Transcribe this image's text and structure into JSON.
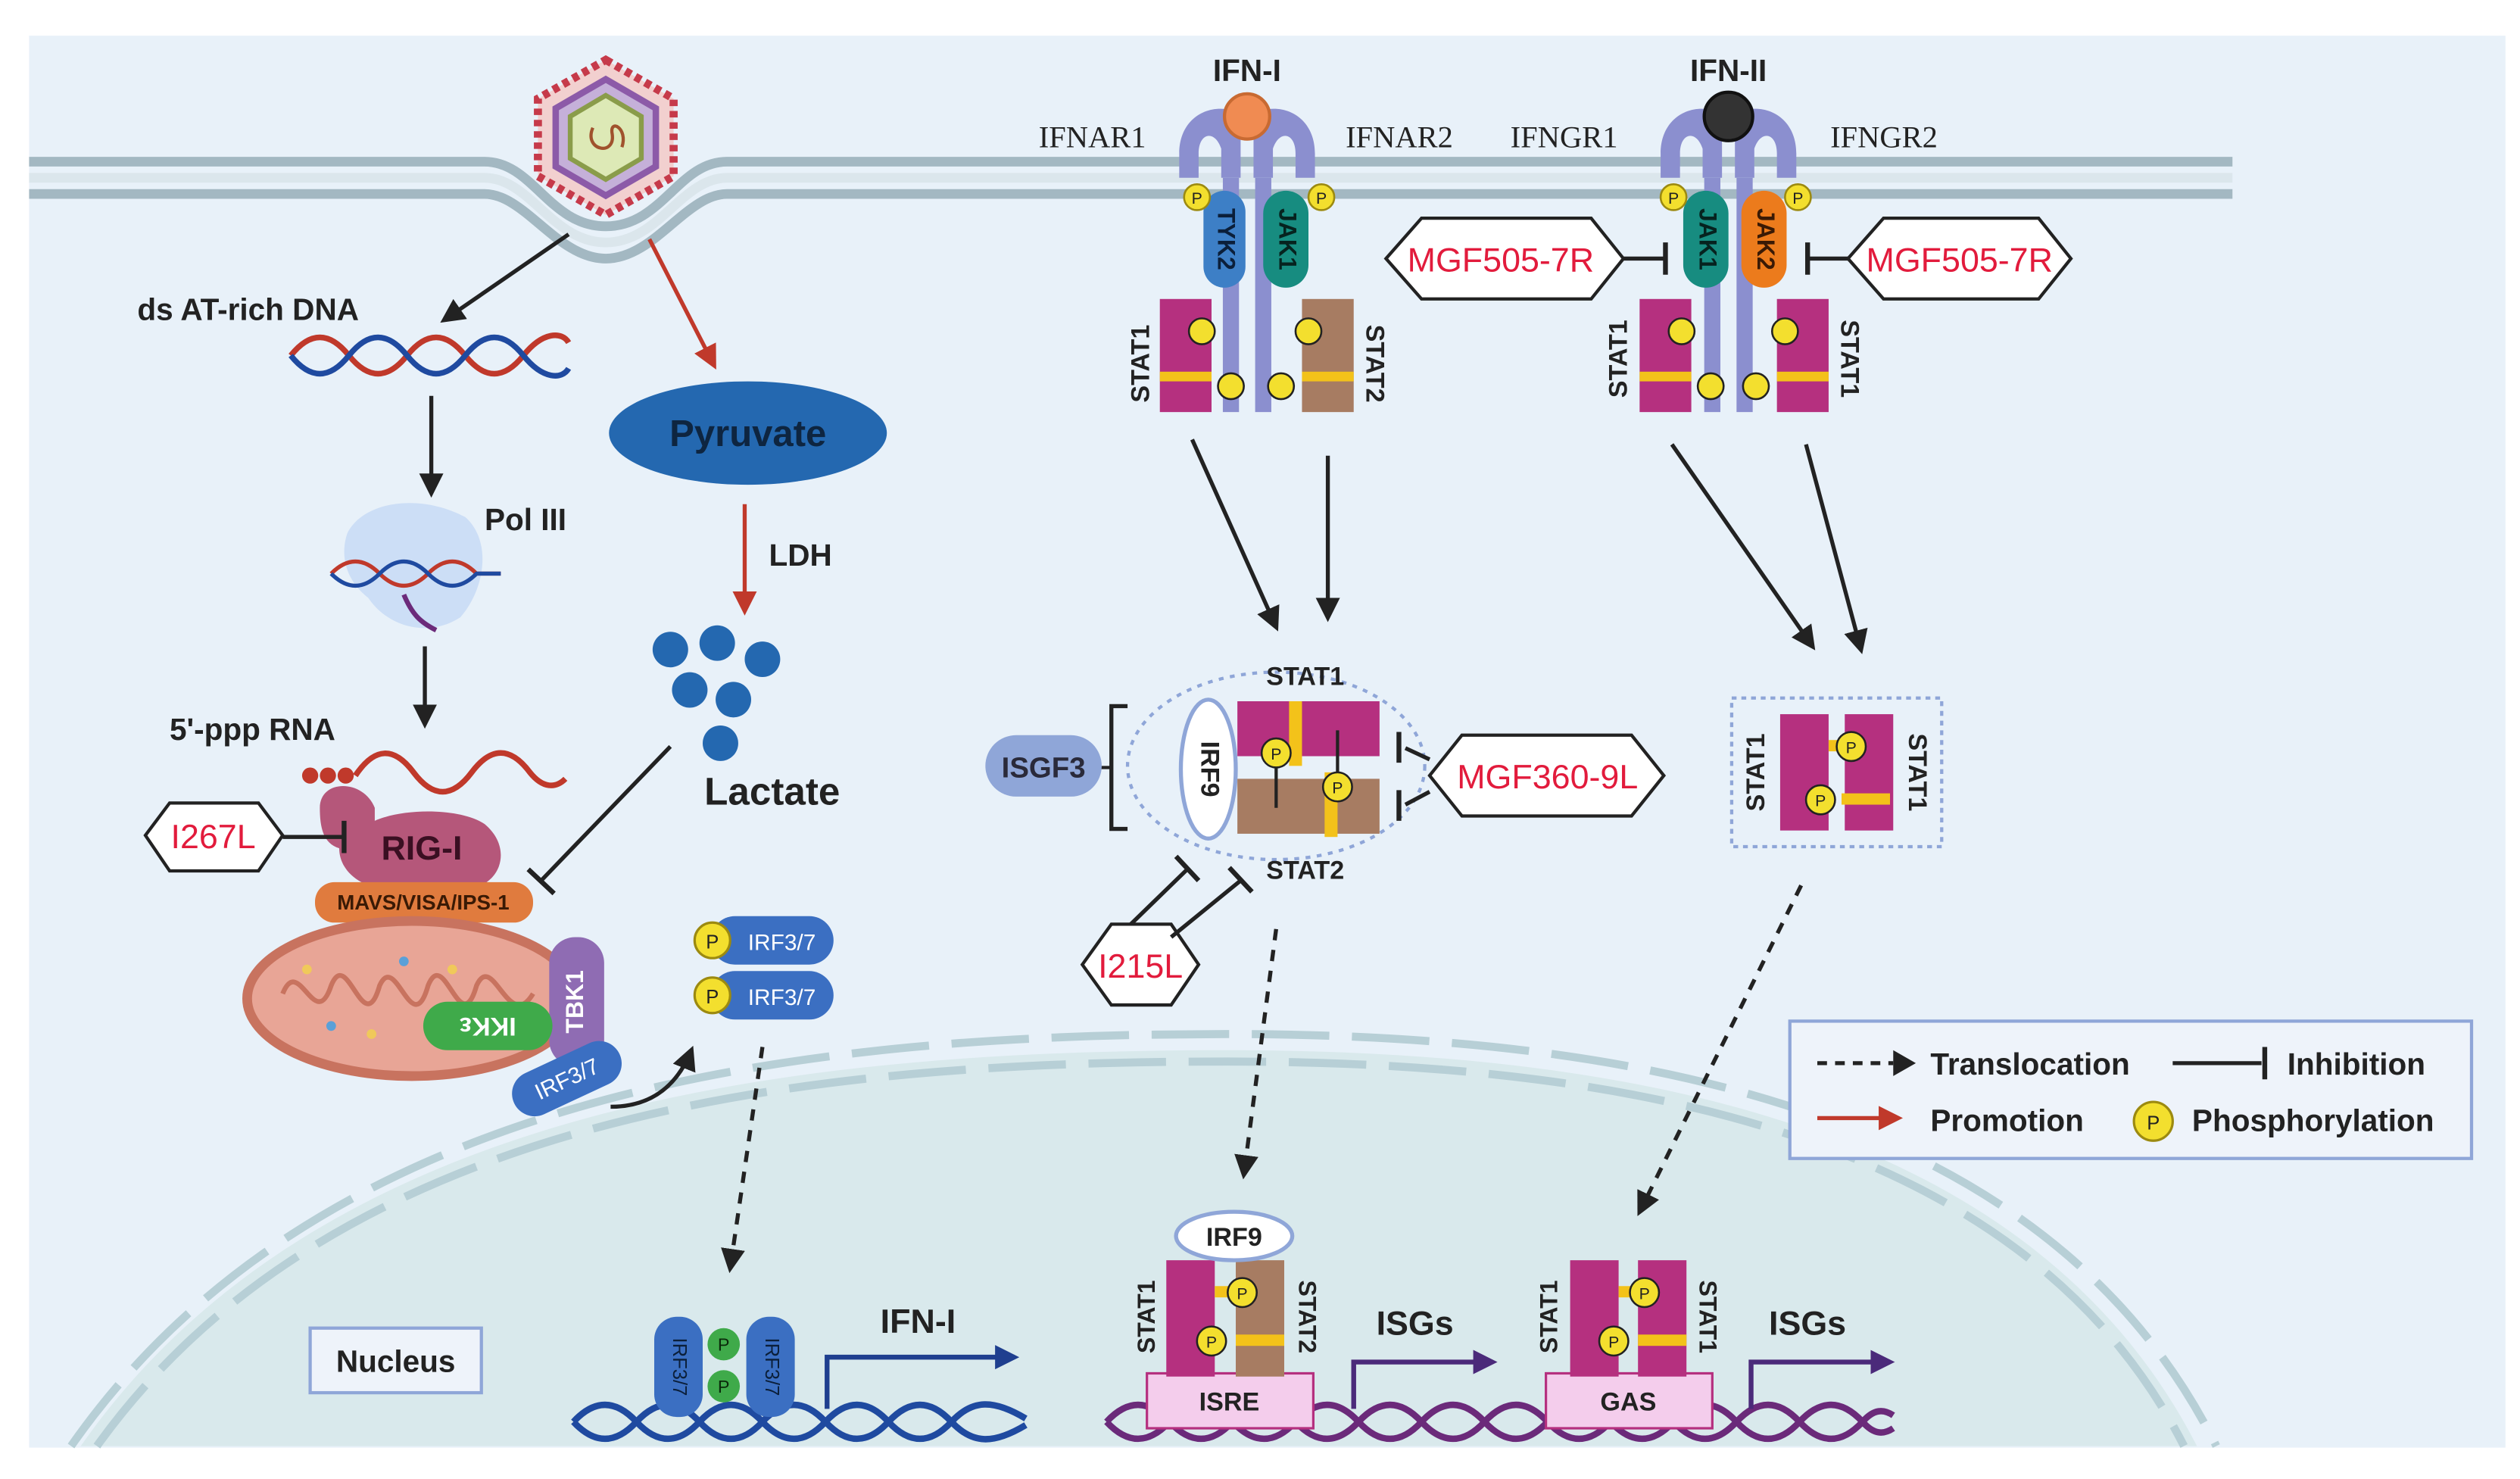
{
  "colors": {
    "background": "#e8f1f9",
    "membrane": "#9fb3bd",
    "nucleus": "#d9e9ec",
    "promotion_arrow": "#c0392b",
    "inhibitor_text": "#e21b3c",
    "stat_magenta": "#b5307f",
    "stat_brown": "#a77c62",
    "phospho_yellow": "#f3df2e",
    "receptor_purple": "#8b8fcf",
    "tyk2_blue": "#3d7fc6",
    "jak1_teal": "#178c80",
    "jak2_orange": "#ec7b1c",
    "pyruvate_blue": "#2468b0",
    "irf_blue": "#3b6fc2",
    "dna_red": "#c0392b",
    "dna_blue": "#1f4aa0",
    "dna_purple": "#6b2a7a"
  },
  "icons": [
    "virus-icon",
    "dna-helix-icon",
    "pol-iii-icon",
    "mitochondrion-icon",
    "lactate-cluster-icon",
    "receptor-icon",
    "phosphorylation-icon",
    "arrow-icon",
    "inhibition-icon"
  ],
  "extracellular": {
    "ifn1_label": "IFN-I",
    "ifn2_label": "IFN-II",
    "ifnar1_label": "IFNAR1",
    "ifnar2_label": "IFNAR2",
    "ifngr1_label": "IFNGR1",
    "ifngr2_label": "IFNGR2"
  },
  "cytoplasm": {
    "ds_dna_label": "ds AT-rich DNA",
    "pol3_label": "Pol III",
    "ppp_rna_label": "5'-ppp RNA",
    "rig1_label": "RIG-I",
    "mavs_label": "MAVS/VISA/IPS-1",
    "tbk1_label": "TBK1",
    "ikke_label": "IKKε",
    "irf37_label": "IRF3/7",
    "pyruvate_label": "Pyruvate",
    "ldh_label": "LDH",
    "lactate_label": "Lactate",
    "tyk2_label": "TYK2",
    "jak1_label": "JAK1",
    "jak2_label": "JAK2",
    "stat1_label": "STAT1",
    "stat2_label": "STAT2",
    "irf9_label": "IRF9",
    "isgf3_label": "ISGF3",
    "p_label": "P"
  },
  "inhibitors": {
    "i267l": "I267L",
    "mgf505_7r": "MGF505-7R",
    "mgf360_9l": "MGF360-9L",
    "i215l": "I215L"
  },
  "nucleus": {
    "label": "Nucleus",
    "ifn1_gene": "IFN-I",
    "isgs_label": "ISGs",
    "isre_label": "ISRE",
    "gas_label": "GAS"
  },
  "legend": {
    "translocation": "Translocation",
    "inhibition": "Inhibition",
    "promotion": "Promotion",
    "phosphorylation": "Phosphorylation"
  }
}
